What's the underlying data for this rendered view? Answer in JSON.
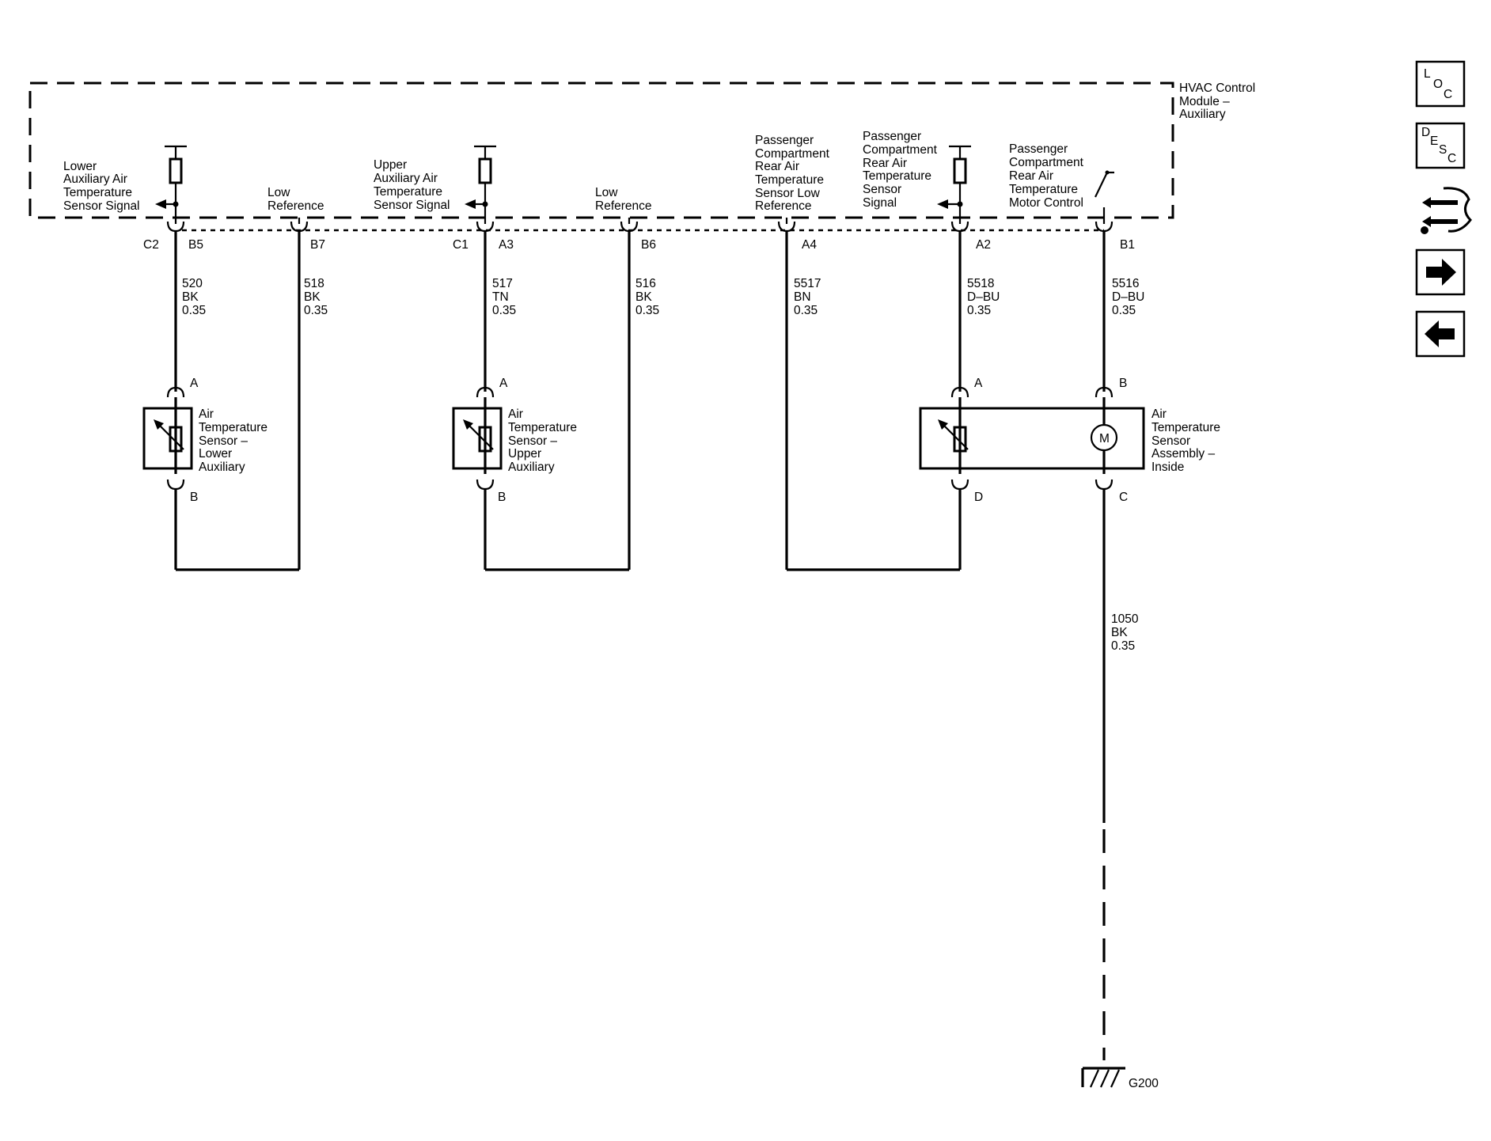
{
  "module": {
    "name_lines": [
      "HVAC Control",
      "Module –",
      "Auxiliary"
    ]
  },
  "circuits": [
    {
      "id": "lower",
      "label_lines": [
        "Lower",
        "Auxiliary Air",
        "Temperature",
        "Sensor Signal"
      ],
      "low_ref_lines": [
        "Low",
        "Reference"
      ],
      "conn": "C2",
      "signal_pin": "B5",
      "ref_pin": "B7",
      "signal_wire": [
        "520",
        "BK",
        "0.35"
      ],
      "ref_wire": [
        "518",
        "BK",
        "0.35"
      ],
      "pin_a": "A",
      "pin_b": "B",
      "component_lines": [
        "Air",
        "Temperature",
        "Sensor –",
        "Lower",
        "Auxiliary"
      ]
    },
    {
      "id": "upper",
      "label_lines": [
        "Upper",
        "Auxiliary Air",
        "Temperature",
        "Sensor Signal"
      ],
      "low_ref_lines": [
        "Low",
        "Reference"
      ],
      "conn": "C1",
      "signal_pin": "A3",
      "ref_pin": "B6",
      "signal_wire": [
        "517",
        "TN",
        "0.35"
      ],
      "ref_wire": [
        "516",
        "BK",
        "0.35"
      ],
      "pin_a": "A",
      "pin_b": "B",
      "component_lines": [
        "Air",
        "Temperature",
        "Sensor –",
        "Upper",
        "Auxiliary"
      ]
    }
  ],
  "rear": {
    "low_ref_label_lines": [
      "Passenger",
      "Compartment",
      "Rear Air",
      "Temperature",
      "Sensor Low",
      "Reference"
    ],
    "signal_label_lines": [
      "Passenger",
      "Compartment",
      "Rear Air",
      "Temperature",
      "Sensor",
      "Signal"
    ],
    "motor_label_lines": [
      "Passenger",
      "Compartment",
      "Rear Air",
      "Temperature",
      "Motor Control"
    ],
    "low_ref_pin": "A4",
    "signal_pin": "A2",
    "motor_pin": "B1",
    "low_ref_wire": [
      "5517",
      "BN",
      "0.35"
    ],
    "signal_wire": [
      "5518",
      "D–BU",
      "0.35"
    ],
    "motor_wire": [
      "5516",
      "D–BU",
      "0.35"
    ],
    "pin_a": "A",
    "pin_b": "B",
    "pin_d": "D",
    "pin_c": "C",
    "motor_symbol": "M",
    "assembly_lines": [
      "Air",
      "Temperature",
      "Sensor",
      "Assembly –",
      "Inside"
    ],
    "ground_wire": [
      "1050",
      "BK",
      "0.35"
    ],
    "ground": "G200"
  },
  "nav": {
    "loc": [
      "L",
      "O",
      "C"
    ],
    "desc": [
      "D",
      "E",
      "S",
      "C"
    ]
  }
}
